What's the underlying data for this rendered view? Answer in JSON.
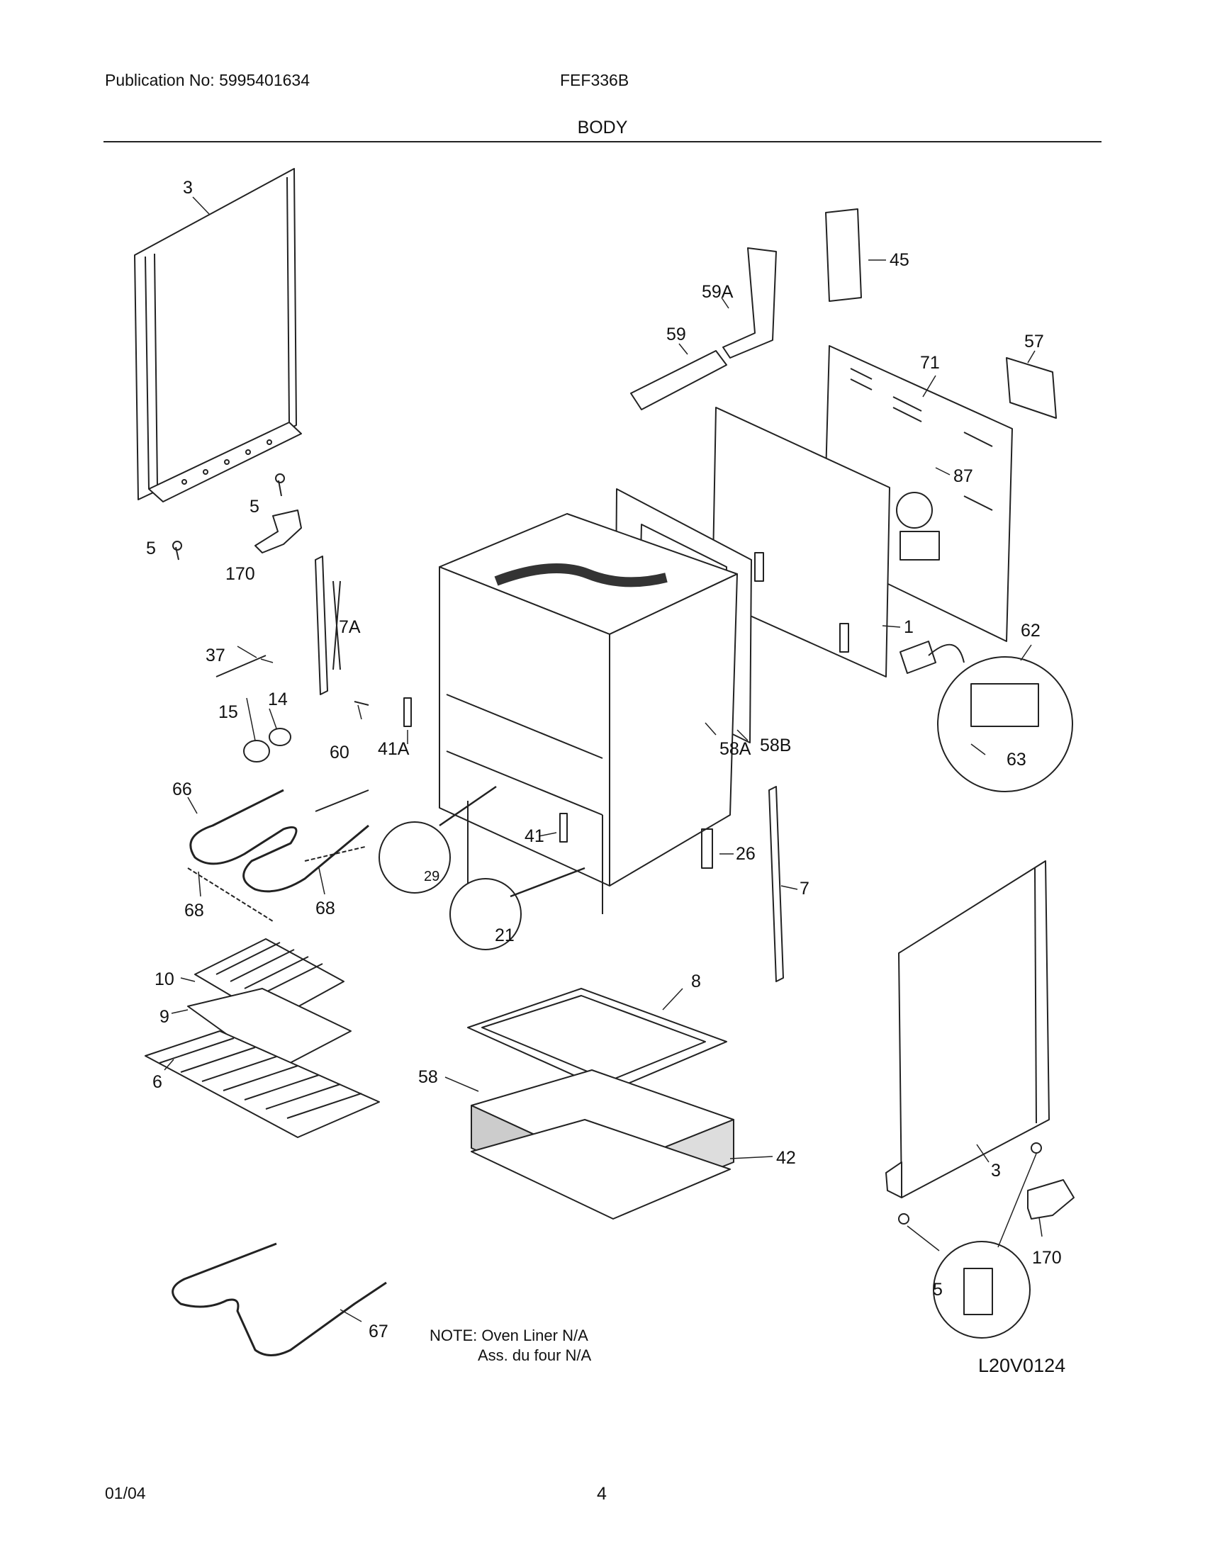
{
  "header": {
    "publication": "Publication No: 5995401634",
    "model": "FEF336B",
    "section": "BODY"
  },
  "callouts": {
    "c1": "1",
    "c3a": "3",
    "c3b": "3",
    "c5a": "5",
    "c5b": "5",
    "c5c": "5",
    "c6": "6",
    "c7": "7",
    "c7A": "7A",
    "c8": "8",
    "c9": "9",
    "c10": "10",
    "c14": "14",
    "c15": "15",
    "c21": "21",
    "c26": "26",
    "c29": "29",
    "c37": "37",
    "c41": "41",
    "c41A": "41A",
    "c42": "42",
    "c45": "45",
    "c57": "57",
    "c58": "58",
    "c58A": "58A",
    "c58B": "58B",
    "c59": "59",
    "c59A": "59A",
    "c60": "60",
    "c62": "62",
    "c63": "63",
    "c66": "66",
    "c67": "67",
    "c68a": "68",
    "c68b": "68",
    "c71": "71",
    "c87": "87",
    "c170a": "170",
    "c170b": "170"
  },
  "note": {
    "line1": "NOTE: Oven Liner N/A",
    "line2": "Ass. du four N/A"
  },
  "figure_id": "L20V0124",
  "footer": {
    "date": "01/04",
    "page": "4"
  }
}
